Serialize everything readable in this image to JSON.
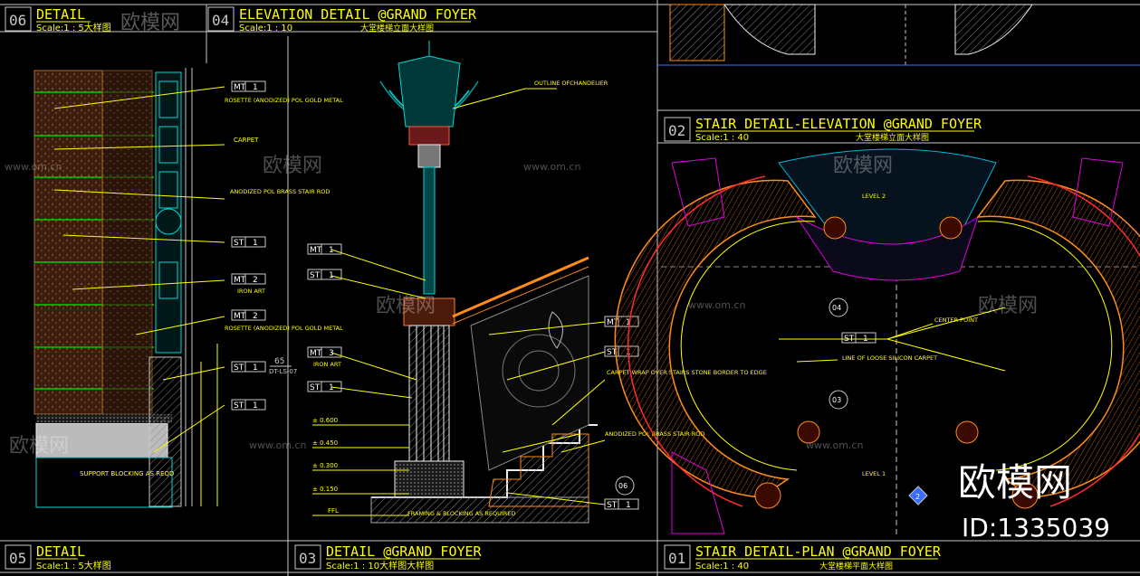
{
  "panels": {
    "p06": {
      "num": "06",
      "title": "DETAIL",
      "scale": "Scale:1 : 5大样图"
    },
    "p04": {
      "num": "04",
      "title": "ELEVATION DETAIL @GRAND FOYER",
      "scale": "Scale:1 : 10",
      "cn": "大堂楼梯立面大样图"
    },
    "p02": {
      "num": "02",
      "title": "STAIR DETAIL-ELEVATION @GRAND FOYER",
      "scale": "Scale:1 : 40",
      "cn": "大堂楼梯立面大样图"
    },
    "p05": {
      "num": "05",
      "title": "DETAIL",
      "scale": "Scale:1 : 5大样图"
    },
    "p03": {
      "num": "03",
      "title": "DETAIL @GRAND FOYER",
      "scale": "Scale:1 : 10大样图大样图"
    },
    "p01": {
      "num": "01",
      "title": "STAIR DETAIL-PLAN @GRAND FOYER",
      "scale": "Scale:1 : 40",
      "cn": "大堂楼梯平面大样图"
    }
  },
  "tags": {
    "mt1": "MT",
    "mt1n": "1",
    "mt2": "MT",
    "mt2n": "2",
    "st1": "ST",
    "st1n": "1",
    "mt3": "MT",
    "mt3n": "3"
  },
  "notes": {
    "rosette1": "ROSETTE (ANODIZED) POL GOLD METAL",
    "carpet": "CARPET",
    "brass": "ANODIZED POL BRASS STAIR ROD",
    "ironart": "IRON ART",
    "rosette2": "ROSETTE (ANODIZED) POL GOLD METAL",
    "support": "SUPPORT BLOCKING AS REQD",
    "chandelier": "OUTLINE OFCHANDELIER",
    "carpetwrap": "CARPET WRAP OVER STAIRS STONE BORDER TO EDGE",
    "anodized2": "ANODIZED POL BRASS STAIR ROD",
    "framing": "FRAMING & BLOCKING AS REQUIRED",
    "center": "CENTER POINT",
    "loose": "LINE OF LOOSE SILICON CARPET",
    "level2": "LEVEL 2",
    "level1": "LEVEL 1",
    "ref65": "65",
    "refsheet": "DT-LS-07",
    "bubble06": "06",
    "bubble04": "04",
    "bubble03": "03",
    "bubble2": "2"
  },
  "levels": [
    "± 0.600",
    "± 0.450",
    "± 0.300",
    "± 0.150",
    "FFL"
  ],
  "watermark": {
    "brand": "欧模网",
    "site": "www.om.cn",
    "id": "ID:1335039"
  },
  "colors": {
    "frame": "#c8c8c8",
    "title": "#ffff00",
    "leader": "#ffff00",
    "cyan": "#00d8d8",
    "orange": "#ff8c1a",
    "red": "#ff2a2a",
    "magenta": "#e000e0",
    "blue": "#3a6bff"
  }
}
